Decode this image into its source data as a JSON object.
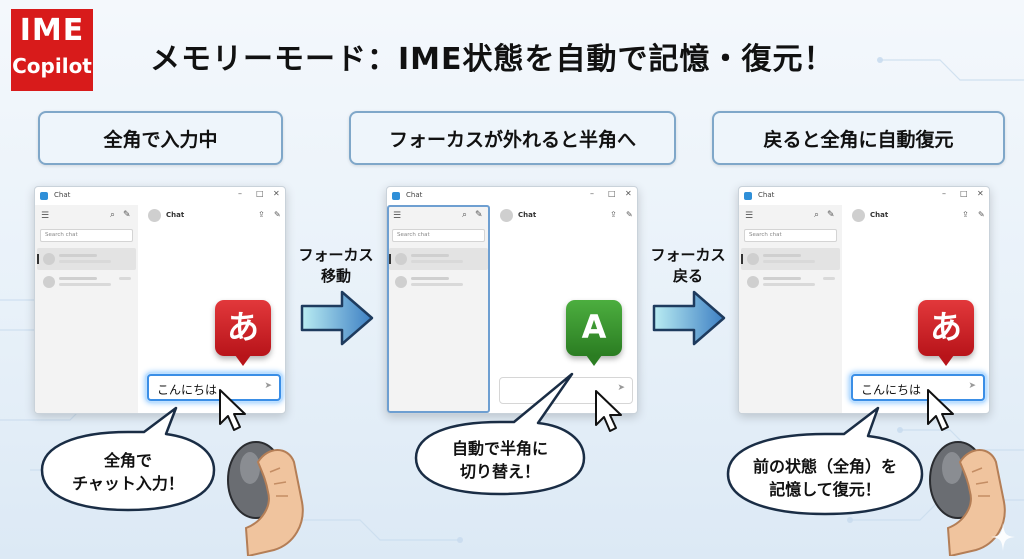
{
  "logo": {
    "line1": "IME",
    "line2": "Copilot"
  },
  "headline": "メモリーモード：IME状態を自動で記憶・復元！",
  "steps": [
    {
      "label": "全角で入力中",
      "window": {
        "title": "Chat",
        "search_placeholder": "Search chat",
        "chat_title": "Chat",
        "input_text": "こんにちは"
      },
      "badge": "あ",
      "bubble": [
        "全角で",
        "チャット入力！"
      ]
    },
    {
      "label": "フォーカスが外れると半角へ",
      "window": {
        "title": "Chat",
        "search_placeholder": "Search chat",
        "chat_title": "Chat",
        "input_text": ""
      },
      "badge": "A",
      "bubble": [
        "自動で半角に",
        "切り替え！"
      ]
    },
    {
      "label": "戻ると全角に自動復元",
      "window": {
        "title": "Chat",
        "search_placeholder": "Search chat",
        "chat_title": "Chat",
        "input_text": "こんにちは"
      },
      "badge": "あ",
      "bubble": [
        "前の状態（全角）を",
        "記憶して復元！"
      ]
    }
  ],
  "arrows": [
    {
      "line1": "フォーカス",
      "line2": "移動"
    },
    {
      "line1": "フォーカス",
      "line2": "戻る"
    }
  ],
  "colors": {
    "logo_red": "#d81b1b",
    "badge_red": "#c41e24",
    "badge_green": "#3a9a2f",
    "focus_blue": "#3a8ee6"
  }
}
